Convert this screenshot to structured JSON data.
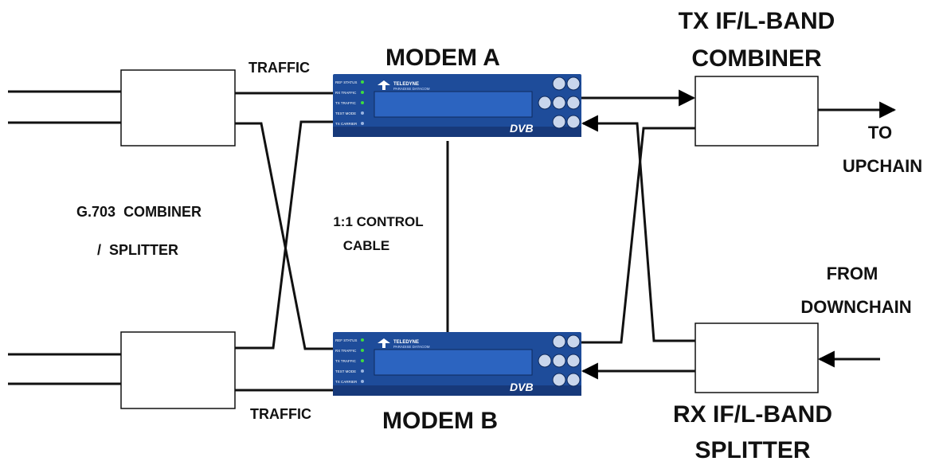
{
  "labels": {
    "traffic_top": "TRAFFIC",
    "traffic_bottom": "TRAFFIC",
    "modem_a": "MODEM A",
    "modem_b": "MODEM B",
    "tx_line1": "TX IF/L-BAND",
    "tx_line2": "COMBINER",
    "rx_line1": "RX IF/L-BAND",
    "rx_line2": "SPLITTER",
    "to_line1": "TO",
    "to_line2": "UPCHAIN",
    "from_line1": "FROM",
    "from_line2": "DOWNCHAIN",
    "g703_line1_a": "G.703",
    "g703_line1_b": "COMBINER",
    "g703_line2": "/  SPLITTER",
    "control_line1": "1:1 CONTROL",
    "control_line2": "CABLE"
  },
  "modem_panel": {
    "brand": "TELEDYNE",
    "sub_brand": "PARADISE DATACOM",
    "logo": "DVB",
    "leds": [
      "REF STATUS",
      "RX TRAFFIC",
      "TX TRAFFIC",
      "TEST MODE",
      "TX CARRIER"
    ],
    "colors": {
      "panel": "#1e4c9a",
      "panel_dark": "#17397a",
      "lcd": "#2c64c0",
      "led": "#3fdc3f"
    }
  }
}
